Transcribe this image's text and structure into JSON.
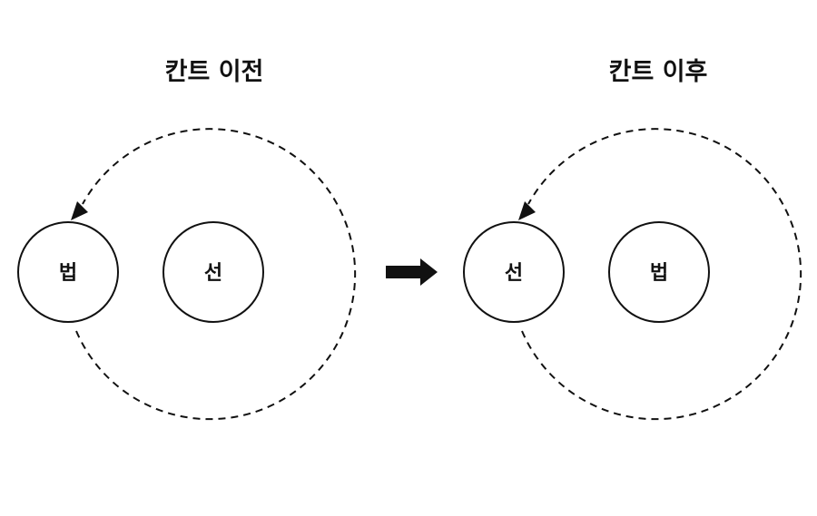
{
  "panels": [
    {
      "title": "칸트 이전",
      "nodes": [
        "법",
        "선"
      ]
    },
    {
      "title": "칸트 이후",
      "nodes": [
        "선",
        "법"
      ]
    }
  ],
  "colors": {
    "stroke": "#111111",
    "background": "#ffffff"
  }
}
